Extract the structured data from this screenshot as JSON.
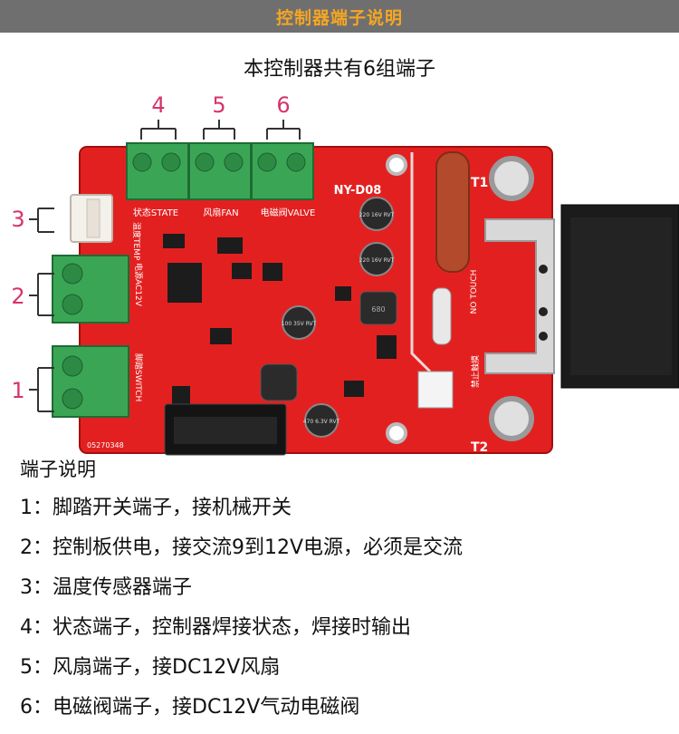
{
  "header": {
    "title": "控制器端子说明"
  },
  "intro": {
    "text": "本控制器共有6组端子"
  },
  "callouts": {
    "n1": "1",
    "n2": "2",
    "n3": "3",
    "n4": "4",
    "n5": "5",
    "n6": "6"
  },
  "board": {
    "model": "NY-D08",
    "label_state": "状态STATE",
    "label_fan": "风扇FAN",
    "label_valve": "电磁阀VALVE",
    "label_temp": "温度TEMP",
    "label_ac12v": "电源AC12V",
    "label_switch": "脚踏SWITCH",
    "label_t1": "T1",
    "label_t2": "T2",
    "label_no_touch": "NO TOUCH",
    "label_no_touch_cn": "禁止触摸",
    "cap1": "220 16V RVT",
    "cap2": "220 16V RVT",
    "cap3": "100 35V RVT",
    "cap4": "470 6.3V RVT",
    "serial": "05270348",
    "inductor": "680"
  },
  "colors": {
    "header_bg": "#6f6f6f",
    "header_text": "#f5a623",
    "board_red": "#e32020",
    "terminal_green": "#3aa655",
    "callout_magenta": "#d6336c"
  },
  "description": {
    "title": "端子说明",
    "items": [
      "1：脚踏开关端子，接机械开关",
      "2：控制板供电，接交流9到12V电源，必须是交流",
      "3：温度传感器端子",
      "4：状态端子，控制器焊接状态，焊接时输出",
      "5：风扇端子，接DC12V风扇",
      "6：电磁阀端子，接DC12V气动电磁阀"
    ]
  }
}
